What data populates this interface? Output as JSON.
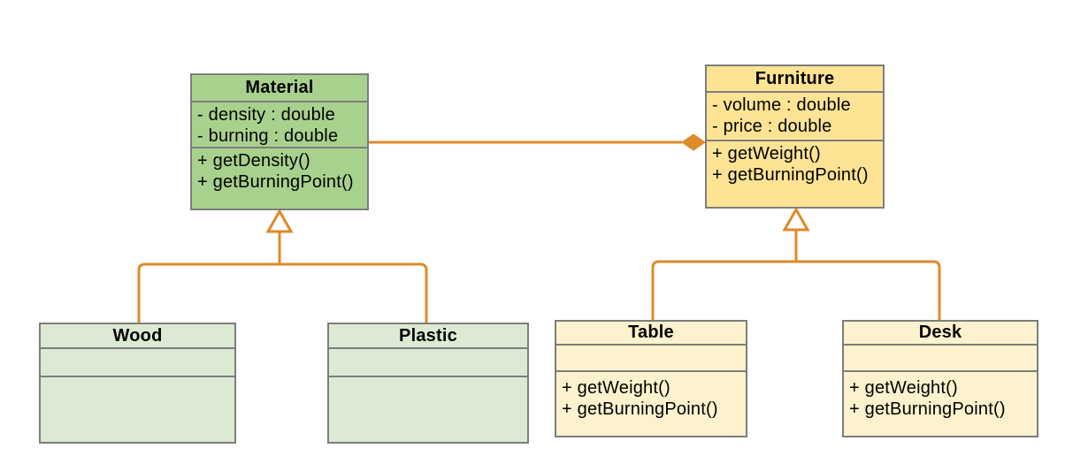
{
  "diagram": {
    "classes": {
      "material": {
        "name": "Material",
        "attributes": [
          "- density : double",
          "- burning : double"
        ],
        "methods": [
          "+ getDensity()",
          "+ getBurningPoint()"
        ],
        "fill": "green_dark"
      },
      "furniture": {
        "name": "Furniture",
        "attributes": [
          "- volume : double",
          "- price : double"
        ],
        "methods": [
          "+ getWeight()",
          "+ getBurningPoint()"
        ],
        "fill": "yellow_dark"
      },
      "wood": {
        "name": "Wood",
        "attributes": [],
        "methods": [],
        "fill": "green_light"
      },
      "plastic": {
        "name": "Plastic",
        "attributes": [],
        "methods": [],
        "fill": "green_light"
      },
      "table": {
        "name": "Table",
        "attributes": [],
        "methods": [
          "+ getWeight()",
          "+ getBurningPoint()"
        ],
        "fill": "yellow_light"
      },
      "desk": {
        "name": "Desk",
        "attributes": [],
        "methods": [
          "+ getWeight()",
          "+ getBurningPoint()"
        ],
        "fill": "yellow_light"
      }
    },
    "relationships": [
      {
        "type": "composition",
        "whole": "Furniture",
        "part": "Material"
      },
      {
        "type": "generalization",
        "child": "Wood",
        "parent": "Material"
      },
      {
        "type": "generalization",
        "child": "Plastic",
        "parent": "Material"
      },
      {
        "type": "generalization",
        "child": "Table",
        "parent": "Furniture"
      },
      {
        "type": "generalization",
        "child": "Desk",
        "parent": "Furniture"
      }
    ],
    "colors": {
      "connector": "#de8b28",
      "border": "#7d7d7d",
      "text": "#000000",
      "green_dark": "#a9d18e",
      "green_light": "#dcead3",
      "yellow_dark": "#ffe395",
      "yellow_light": "#fcf2cd",
      "background": "#ffffff",
      "triangle_fill": "#ffffff"
    }
  }
}
